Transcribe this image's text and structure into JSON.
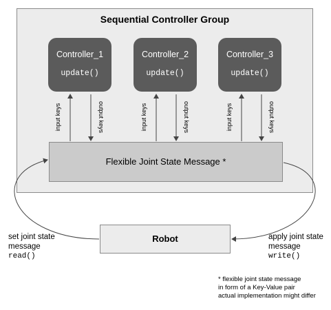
{
  "group": {
    "title": "Sequential Controller Group"
  },
  "controllers": [
    {
      "name": "Controller_1",
      "method": "update()"
    },
    {
      "name": "Controller_2",
      "method": "update()"
    },
    {
      "name": "Controller_3",
      "method": "update()"
    }
  ],
  "arrows": {
    "input_label": "input keys",
    "output_label": "output keys"
  },
  "message": {
    "label": "Flexible Joint State Message *"
  },
  "robot": {
    "label": "Robot"
  },
  "left_side": {
    "line1": "set joint state",
    "line2": "message",
    "call": "read()"
  },
  "right_side": {
    "line1": "apply joint state",
    "line2": "message",
    "call": "write()"
  },
  "footnote": {
    "line1": "* flexible joint state message",
    "line2": "in form of a Key-Value pair",
    "line3": "actual implementation might differ"
  },
  "colors": {
    "group_bg": "#ececec",
    "controller_bg": "#5b5b5b",
    "message_bg": "#cbcbcb",
    "robot_bg": "#ececec",
    "line": "#444444"
  }
}
